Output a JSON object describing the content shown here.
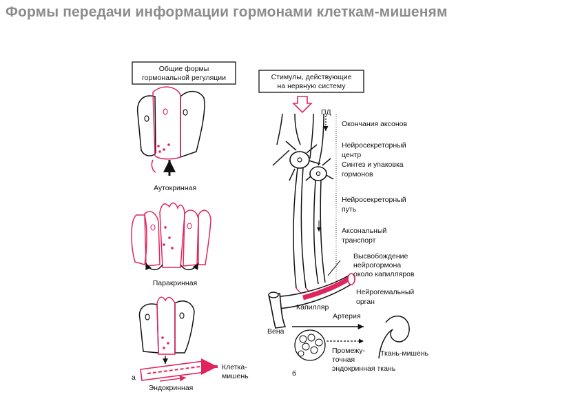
{
  "title": "Формы передачи информации гормонами клеткам-мишеням",
  "panel_a": {
    "letter": "а",
    "box_lines": [
      "Общие формы",
      "гормональной регуляции"
    ],
    "autocrine": "Аутокринная",
    "paracrine": "Паракринная",
    "endocrine": "Эндокринная",
    "target_cell": [
      "Клетка-",
      "мишень"
    ]
  },
  "panel_b": {
    "letter": "б",
    "box_lines": [
      "Стимулы, действующие",
      "на нервную систему"
    ],
    "pd": "ПД",
    "axon_endings": "Окончания аксонов",
    "neurosecretory_center": [
      "Нейросекреторный",
      "центр",
      "Синтез и упаковка",
      "гормонов"
    ],
    "neurosecretory_path": [
      "Нейросекреторный",
      "путь"
    ],
    "axonal_transport": [
      "Аксональный",
      "транспорт"
    ],
    "release": [
      "Высвобождение",
      "нейрогормона",
      "около капилляров"
    ],
    "neurohemal": [
      "Нейрогемальный",
      "орган"
    ],
    "capillary": "Капилляр",
    "artery": "Артерия",
    "vein": "Вена",
    "intermediate": [
      "Промежу-",
      "точная",
      "эндокринная ткань"
    ],
    "target_tissue": "Ткань-мишень"
  },
  "colors": {
    "title": "#8c8c8c",
    "accent": "#e0245e",
    "ink": "#111111"
  }
}
